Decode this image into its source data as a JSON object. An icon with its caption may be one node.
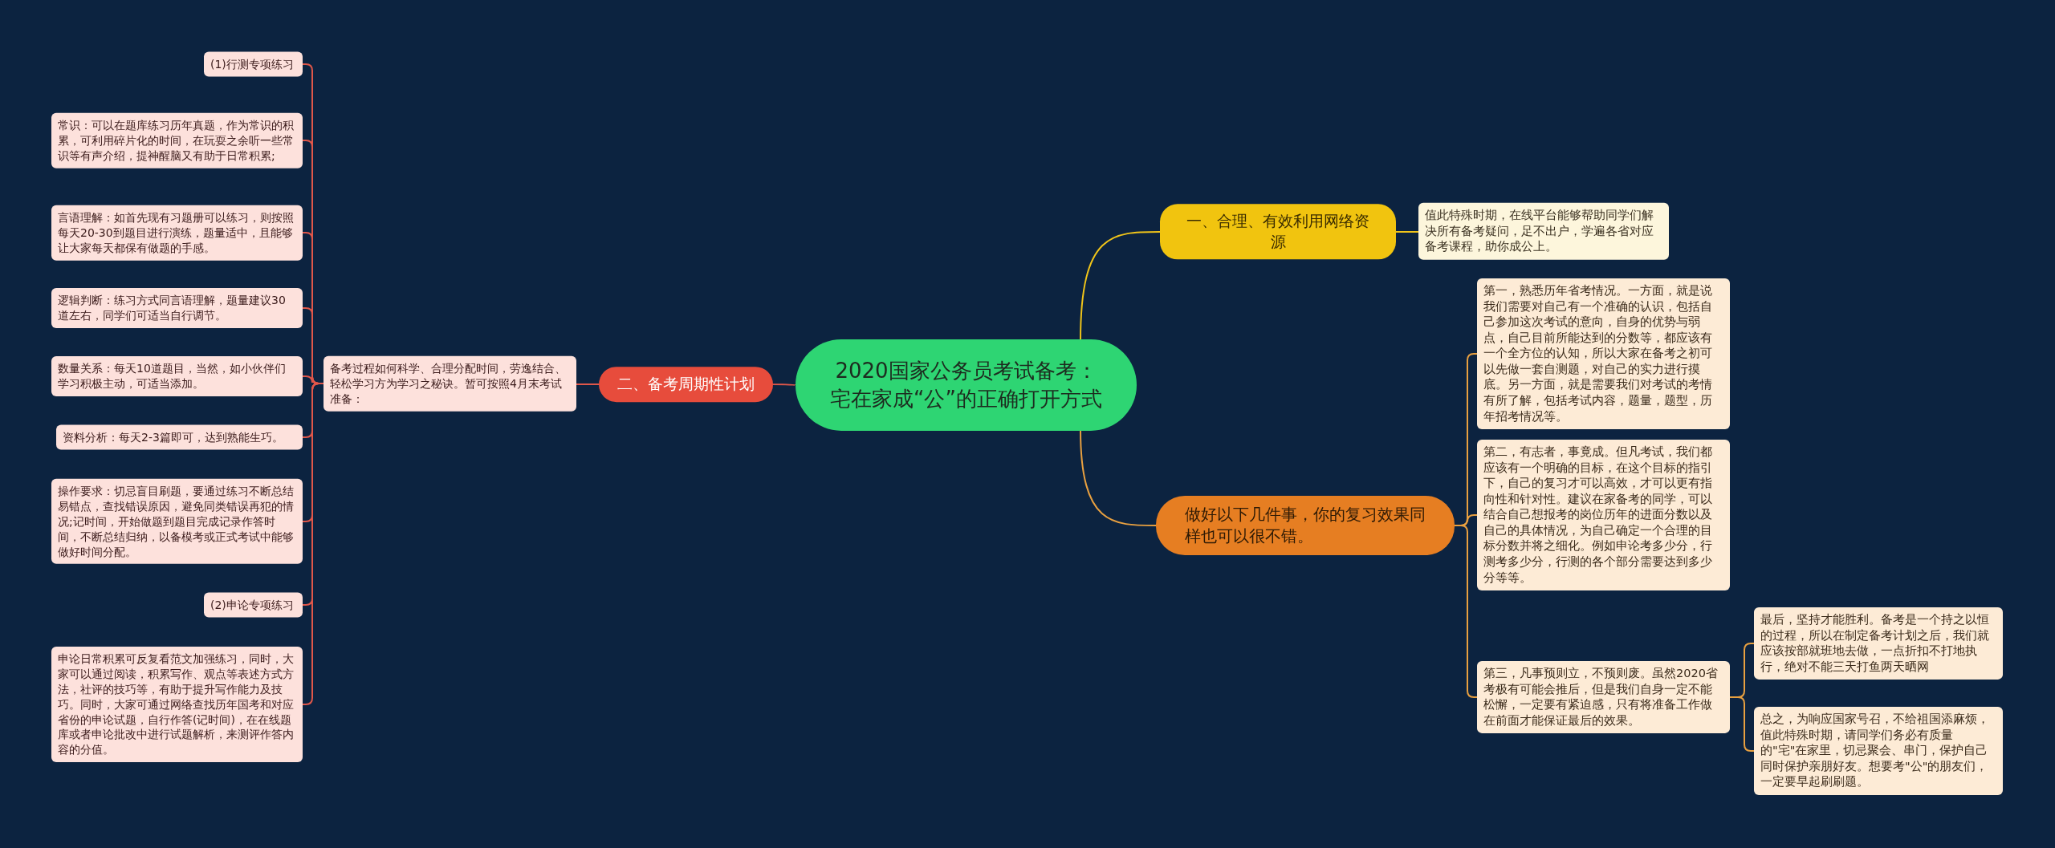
{
  "diagram": {
    "nodes": [
      {
        "text": [
          "2020国家公务员考试备考：宅在家成“公”的正确打开方式"
        ]
      },
      {
        "text": [
          "一、合理、有效利用网络资源"
        ]
      },
      {
        "text": [
          "值此特殊时期，在线平台能够帮助同学们解决所有备考疑问，足不出户，学遍各省对应备考课程，助你成公上。"
        ]
      },
      {
        "text": [
          "做好以下几件事，你的复习效果同样也可以很不错。"
        ]
      },
      {
        "text": [
          "第一，熟悉历年省考情况。一方面，就是说我们需要对自己有一个准确的认识，包括自己参加这次考试的意向，自身的优势与弱点，自己目前所能达到的分数等，都应该有一个全方位的认知，所以大家在备考之初可以先做一套自测题，对自己的实力进行摸底。另一方面，就是需要我们对考试的考情有所了解，包括考试内容，题量，题型，历年招考情况等。"
        ]
      },
      {
        "text": [
          "第二，有志者，事竟成。但凡考试，我们都应该有一个明确的目标，在这个目标的指引下，自己的复习才可以高效，才可以更有指向性和针对性。建议在家备考的同学，可以结合自己想报考的岗位历年的进面分数以及自己的具体情况，为自己确定一个合理的目标分数并将之细化。例如申论考多少分，行测考多少分，行测的各个部分需要达到多少分等等。"
        ]
      },
      {
        "text": [
          "第三，凡事预则立，不预则废。虽然2020省考极有可能会推后，但是我们自身一定不能松懈，一定要有紧迫感，只有将准备工作做在前面才能保证最后的效果。"
        ]
      },
      {
        "text": [
          "最后，坚持才能胜利。备考是一个持之以恒的过程，所以在制定备考计划之后，我们就应该按部就班地去做，一点折扣不打地执行，绝对不能三天打鱼两天晒网"
        ]
      },
      {
        "text": [
          "总之，为响应国家号召，不给祖国添麻烦，值此特殊时期，请同学们务必有质量的\"宅\"在家里，切忌聚会、串门，保护自己同时保护亲朋好友。想要考\"公\"的朋友们，一定要早起刷刷题。"
        ]
      },
      {
        "text": [
          "二、备考周期性计划"
        ]
      },
      {
        "text": [
          "备考过程如何科学、合理分配时间，劳逸结合、轻松学习方为学习之秘诀。暂可按照4月末考试准备："
        ]
      },
      {
        "text": [
          "(1)行测专项练习"
        ]
      },
      {
        "text": [
          "常识：可以在题库练习历年真题，作为常识的积累，可利用碎片化的时间，在玩耍之余听一些常识等有声介绍，提神醒脑又有助于日常积累;"
        ]
      },
      {
        "text": [
          "言语理解：如首先现有习题册可以练习，则按照每天20-30到题目进行演练，题量适中，且能够让大家每天都保有做题的手感。"
        ]
      },
      {
        "text": [
          "逻辑判断：练习方式同言语理解，题量建议30道左右，同学们可适当自行调节。"
        ]
      },
      {
        "text": [
          "数量关系：每天10道题目，当然，如小伙伴们学习积极主动，可适当添加。"
        ]
      },
      {
        "text": [
          "资料分析：每天2-3篇即可，达到熟能生巧。"
        ]
      },
      {
        "text": [
          "操作要求：切忌盲目刷题，要通过练习不断总结易错点，查找错误原因，避免同类错误再犯的情况;记时间，开始做题到题目完成记录作答时间，不断总结归纳，以备模考或正式考试中能够做好时间分配。"
        ]
      },
      {
        "text": [
          "(2)申论专项练习"
        ]
      },
      {
        "text": [
          "申论日常积累可反复看范文加强练习，同时，大家可以通过阅读，积累写作、观点等表述方式方法，社评的技巧等，有助于提升写作能力及技巧。同时，大家可通过网络查找历年国考和对应省份的申论试题，自行作答(记时间)，在在线题库或者申论批改中进行试题解析，来测评作答内容的分值。"
        ]
      }
    ],
    "edges": [
      {
        "from": 0,
        "to": 1,
        "arrow": "none",
        "color": "#f0c419"
      },
      {
        "from": 1,
        "to": 2,
        "arrow": "none",
        "color": "#f0c419"
      },
      {
        "from": 0,
        "to": 3,
        "arrow": "none",
        "color": "#e8a040"
      },
      {
        "from": 3,
        "to": 4,
        "arrow": "none",
        "color": "#e8a040"
      },
      {
        "from": 3,
        "to": 5,
        "arrow": "none",
        "color": "#e8a040"
      },
      {
        "from": 3,
        "to": 6,
        "arrow": "none",
        "color": "#e8a040"
      },
      {
        "from": 6,
        "to": 7,
        "arrow": "none",
        "color": "#e8a040"
      },
      {
        "from": 6,
        "to": 8,
        "arrow": "none",
        "color": "#e8a040"
      },
      {
        "from": 0,
        "to": 9,
        "arrow": "none",
        "color": "#e0574a"
      },
      {
        "from": 9,
        "to": 10,
        "arrow": "none",
        "color": "#e0574a"
      },
      {
        "from": 10,
        "to": 11,
        "arrow": "none",
        "color": "#e0574a"
      },
      {
        "from": 10,
        "to": 12,
        "arrow": "none",
        "color": "#e0574a"
      },
      {
        "from": 10,
        "to": 13,
        "arrow": "none",
        "color": "#e0574a"
      },
      {
        "from": 10,
        "to": 14,
        "arrow": "none",
        "color": "#e0574a"
      },
      {
        "from": 10,
        "to": 15,
        "arrow": "none",
        "color": "#e0574a"
      },
      {
        "from": 10,
        "to": 16,
        "arrow": "none",
        "color": "#e0574a"
      },
      {
        "from": 10,
        "to": 17,
        "arrow": "none",
        "color": "#e0574a"
      },
      {
        "from": 10,
        "to": 18,
        "arrow": "none",
        "color": "#e0574a"
      },
      {
        "from": 10,
        "to": 19,
        "arrow": "none",
        "color": "#e0574a"
      }
    ]
  }
}
